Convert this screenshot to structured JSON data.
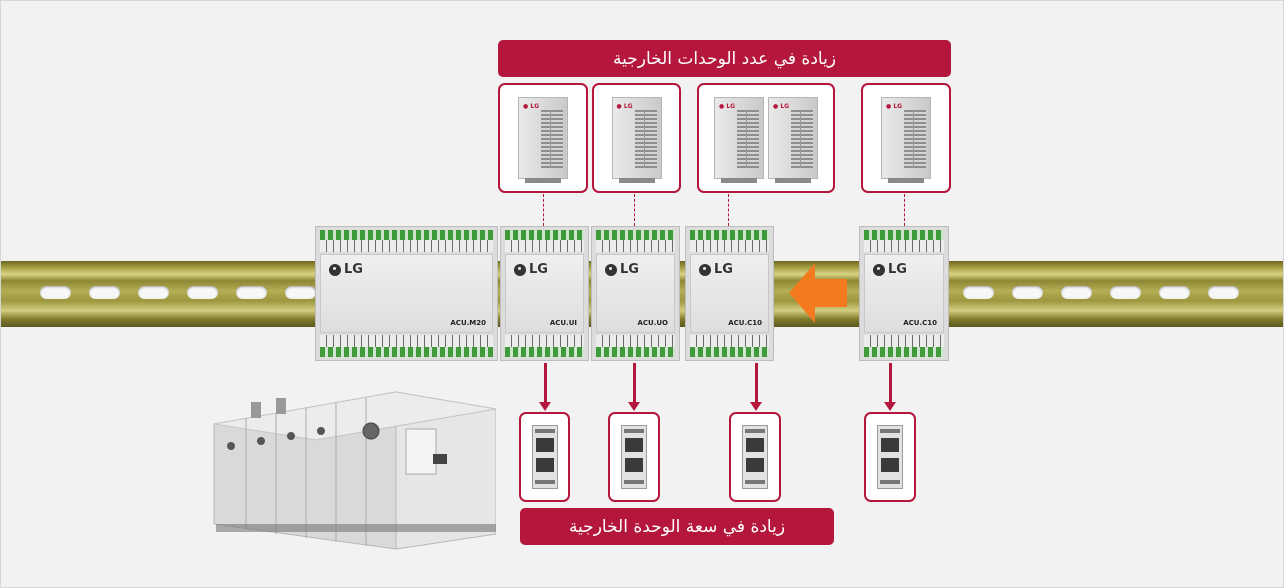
{
  "banners": {
    "top": "زيادة في عدد الوحدات الخارجية",
    "bottom": "زيادة في سعة الوحدة الخارجية"
  },
  "outdoor_units": [
    {
      "count": 1
    },
    {
      "count": 1
    },
    {
      "count": 2
    },
    {
      "count": 1
    }
  ],
  "modules": [
    {
      "brand": "LG",
      "model": "ACU.M20"
    },
    {
      "brand": "LG",
      "model": "ACU.UI"
    },
    {
      "brand": "LG",
      "model": "ACU.UO"
    },
    {
      "brand": "LG",
      "model": "ACU.C10"
    },
    {
      "brand": "LG",
      "model": "ACU.C10"
    }
  ],
  "colors": {
    "accent": "#b5173c",
    "arrow": "#f47a20",
    "background": "#f2f2f2"
  },
  "icons": {
    "arrow": "orange-left-arrow",
    "ahu": "air-handling-unit-illustration"
  }
}
